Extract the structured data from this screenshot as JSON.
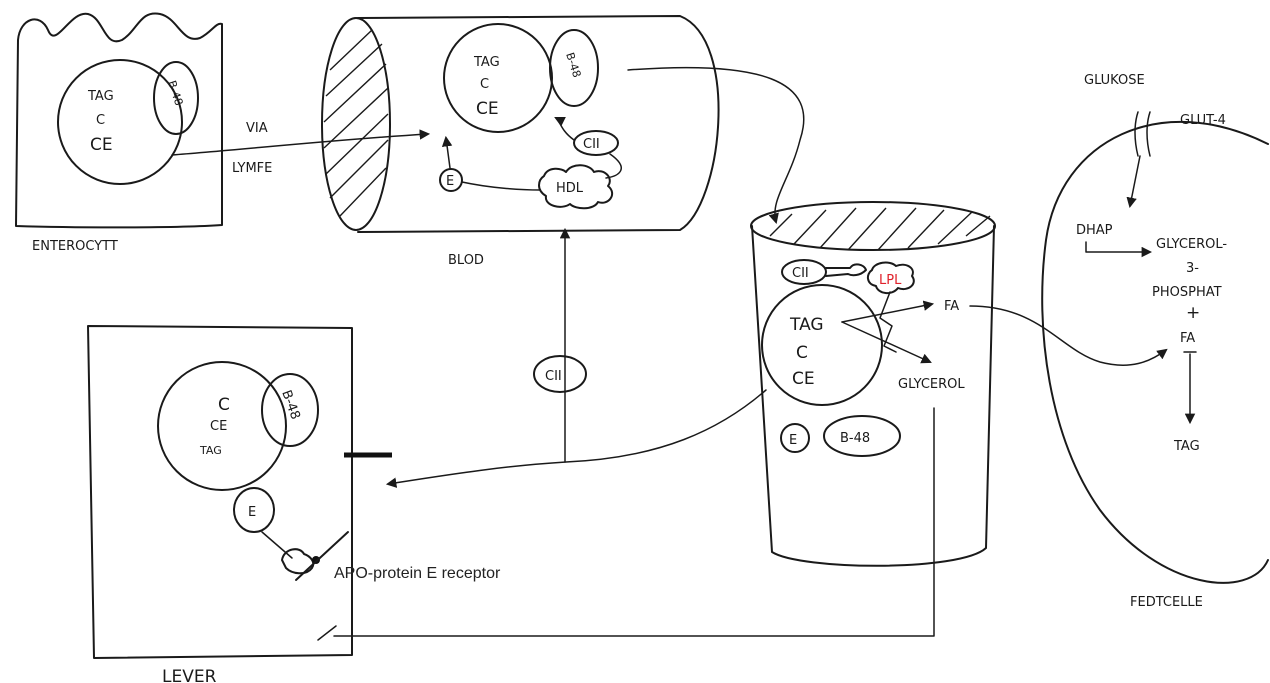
{
  "enterocyte": {
    "label": "ENTEROCYTT",
    "particle_lines": [
      "TAG",
      "C",
      "CE"
    ],
    "apo": "B-48"
  },
  "transport": {
    "line1": "VIA",
    "line2": "LYMFE"
  },
  "blood": {
    "label": "BLOD",
    "particle_lines": [
      "TAG",
      "C",
      "CE"
    ],
    "apo": "B-48",
    "c2": "CII",
    "hdl": "HDL",
    "e": "E"
  },
  "capillary": {
    "c2": "CII",
    "lpl": "LPL",
    "particle_lines": [
      "TAG",
      "C",
      "CE"
    ],
    "fa": "FA",
    "glycerol": "GLYCEROL",
    "e": "E",
    "b48": "B-48"
  },
  "free_c2": "CII",
  "liver": {
    "label": "LEVER",
    "particle_lines": [
      "C",
      "CE",
      "TAG"
    ],
    "apo": "B-48",
    "e": "E",
    "receptor": "APO-protein E receptor"
  },
  "fat_cell": {
    "label": "FEDTCELLE",
    "glucose": "GLUKOSE",
    "glut4": "GLUT-4",
    "dhap": "DHAP",
    "g3p_line1": "GLYCEROL-",
    "g3p_line2": "3-",
    "g3p_line3": "PHOSPHAT",
    "plus": "+",
    "fa": "FA",
    "tag": "TAG"
  }
}
